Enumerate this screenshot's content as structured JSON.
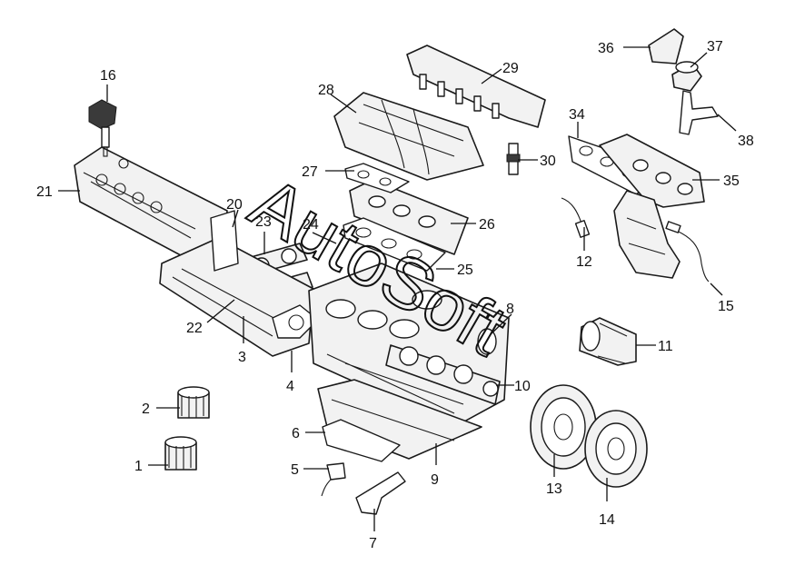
{
  "diagram": {
    "watermark": "AutoSoft",
    "callouts": [
      "1",
      "2",
      "3",
      "4",
      "5",
      "6",
      "7",
      "8",
      "9",
      "10",
      "11",
      "12",
      "13",
      "14",
      "15",
      "16",
      "20",
      "21",
      "22",
      "23",
      "24",
      "25",
      "26",
      "27",
      "28",
      "29",
      "30",
      "34",
      "35",
      "36",
      "37",
      "38"
    ]
  }
}
